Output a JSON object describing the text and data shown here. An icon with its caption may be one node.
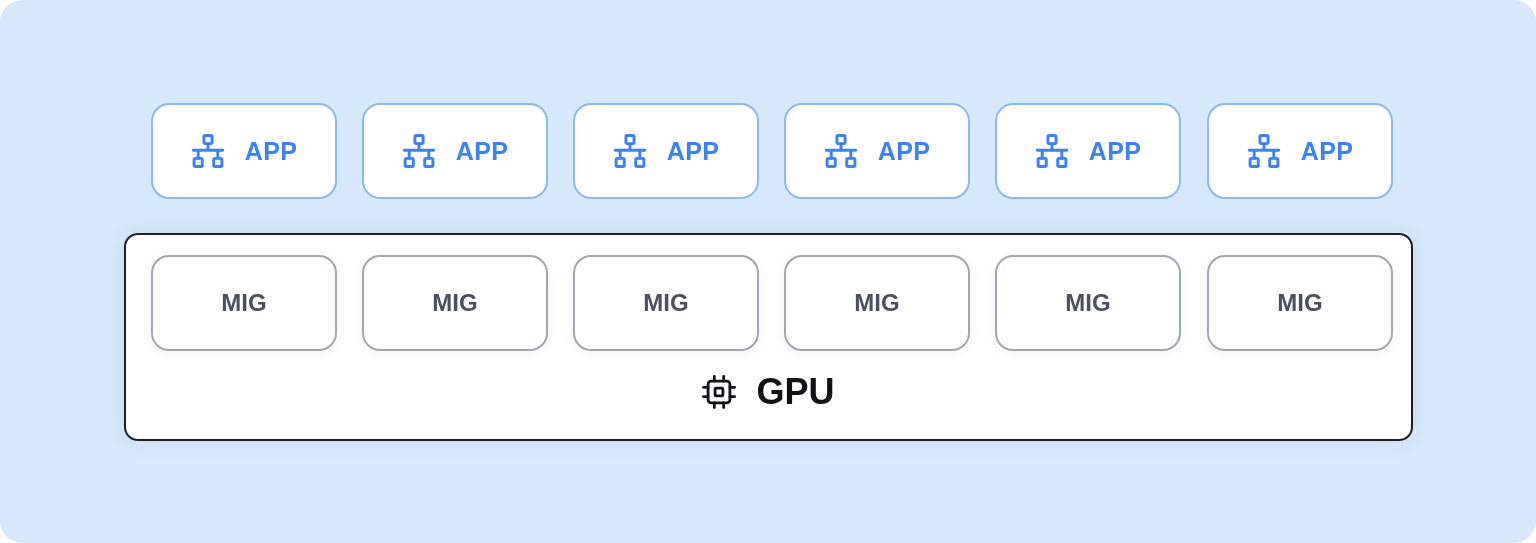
{
  "diagram": {
    "nodes": [
      {
        "text": [
          "APP"
        ]
      },
      {
        "text": [
          "APP"
        ]
      },
      {
        "text": [
          "APP"
        ]
      },
      {
        "text": [
          "APP"
        ]
      },
      {
        "text": [
          "APP"
        ]
      },
      {
        "text": [
          "APP"
        ]
      },
      {
        "text": [
          "GPU"
        ]
      },
      {
        "text": [
          "MIG"
        ],
        "in": 6
      },
      {
        "text": [
          "MIG"
        ],
        "in": 6
      },
      {
        "text": [
          "MIG"
        ],
        "in": 6
      },
      {
        "text": [
          "MIG"
        ],
        "in": 6
      },
      {
        "text": [
          "MIG"
        ],
        "in": 6
      },
      {
        "text": [
          "MIG"
        ],
        "in": 6
      }
    ],
    "edges": []
  }
}
